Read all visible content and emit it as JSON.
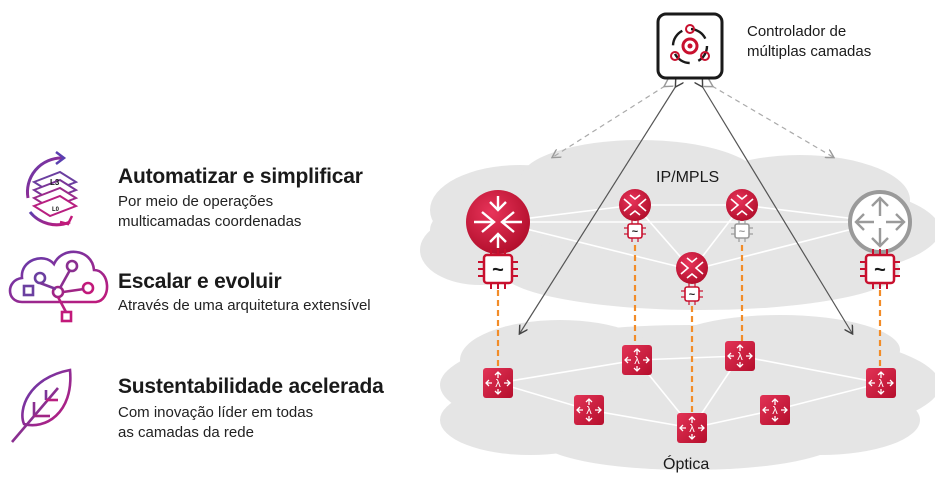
{
  "features": [
    {
      "title": "Automatizar e simplificar",
      "desc_line1": "Por meio de operações",
      "desc_line2": "multicamadas coordenadas",
      "icon": "layers-cycle-icon"
    },
    {
      "title": "Escalar e evoluir",
      "desc_line1": "Através de uma arquitetura extensível",
      "desc_line2": "",
      "icon": "cloud-network-icon"
    },
    {
      "title": "Sustentabilidade acelerada",
      "desc_line1": "Com inovação líder em todas",
      "desc_line2": "as camadas da rede",
      "icon": "leaf-icon"
    }
  ],
  "controller": {
    "line1": "Controlador de",
    "line2": "múltiplas camadas",
    "icon": "controller-gears-icon"
  },
  "layers": {
    "ip": "IP/MPLS",
    "optical": "Óptica"
  },
  "icon_text": {
    "layer_top": "L3",
    "layer_bottom": "L0",
    "optical_symbol": "λ",
    "wave_symbol": "~"
  },
  "colors": {
    "accent": "#c8102e",
    "accent_dark": "#a50d26",
    "purple": "#6b3fa0",
    "orange": "#f28c28",
    "cloud": "#e3e3e3",
    "gray_router": "#9a9a9a"
  }
}
